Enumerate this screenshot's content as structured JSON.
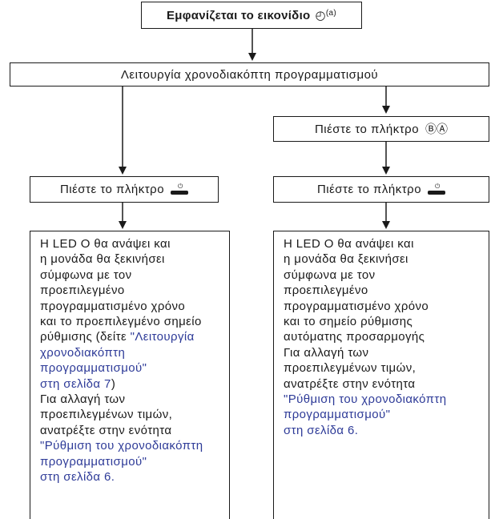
{
  "top_box": {
    "text": "Εμφανίζεται το εικονίδιο",
    "clock_glyph": "◴",
    "sup": "(a)"
  },
  "mode_box": {
    "text": "Λειτουργία χρονοδιακόπτη προγραμματισμού"
  },
  "right_press_mode": {
    "text": "Πιέστε το πλήκτρο",
    "icon_glyph": "ⒷⒶ"
  },
  "left_press": {
    "text": "Πιέστε το πλήκτρο",
    "icon": "power-key-icon"
  },
  "right_press": {
    "text": "Πιέστε το πλήκτρο",
    "icon": "power-key-icon"
  },
  "left_desc": {
    "l1": "Η LED O θα ανάψει και",
    "l2": "η μονάδα θα ξεκινήσει",
    "l3": "σύμφωνα με τον",
    "l4": "προεπιλεγμένο",
    "l5": "προγραμματισμένο χρόνο",
    "l6": "και το προεπιλεγμένο σημείο",
    "l7_pre": "ρύθμισης (δείτε ",
    "l7_link": "\"Λειτουργία",
    "l8": "χρονοδιακόπτη",
    "l9": "προγραμματισμού\"",
    "l10_link": "στη σελίδα 7",
    "l10_post": ")",
    "l11": "Για αλλαγή των",
    "l12": "προεπιλεγμένων τιμών,",
    "l13": "ανατρέξτε στην ενότητα",
    "l14": "\"Ρύθμιση του χρονοδιακόπτη",
    "l15": "προγραμματισμού\"",
    "l16": "στη σελίδα 6."
  },
  "right_desc": {
    "l1": "Η LED O θα ανάψει και",
    "l2": "η μονάδα θα ξεκινήσει",
    "l3": "σύμφωνα με τον",
    "l4": "προεπιλεγμένο",
    "l5": "προγραμματισμένο χρόνο",
    "l6": "και το σημείο ρύθμισης",
    "l7": "αυτόματης προσαρμογής",
    "l8": "Για αλλαγή των",
    "l9": "προεπιλεγμένων τιμών,",
    "l10": "ανατρέξτε στην ενότητα",
    "l11": "\"Ρύθμιση του χρονοδιακόπτη",
    "l12": "προγραμματισμού\"",
    "l13": "στη σελίδα 6."
  },
  "colors": {
    "link": "#2e3b98",
    "line": "#1a1a1a"
  }
}
